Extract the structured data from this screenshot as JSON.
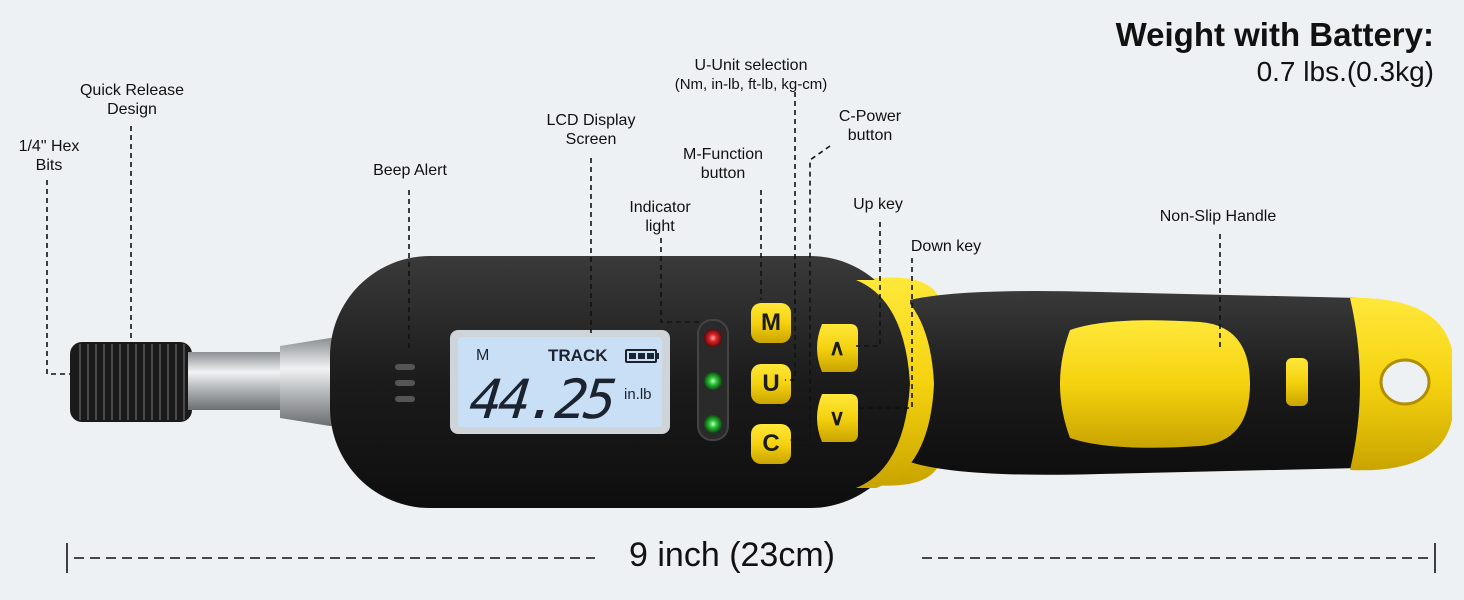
{
  "weight": {
    "title": "Weight with Battery:",
    "value": "0.7 lbs.(0.3kg)"
  },
  "dimension": "9 inch (23cm)",
  "lcd": {
    "mode": "M",
    "status": "TRACK",
    "reading": "44.25",
    "unit": "in.lb"
  },
  "buttons": {
    "m": "M",
    "u": "U",
    "c": "C",
    "up": "∧",
    "down": "∨"
  },
  "callouts": {
    "hex_bits_1": "1/4\" Hex",
    "hex_bits_2": "Bits",
    "quick_release_1": "Quick Release",
    "quick_release_2": "Design",
    "beep_alert": "Beep Alert",
    "lcd_1": "LCD Display",
    "lcd_2": "Screen",
    "indicator_1": "Indicator",
    "indicator_2": "light",
    "m_function_1": "M-Function",
    "m_function_2": "button",
    "u_unit_1": "U-Unit selection",
    "u_unit_2": "(Nm, in-lb, ft-lb, kg-cm)",
    "c_power_1": "C-Power",
    "c_power_2": "button",
    "up_key": "Up key",
    "down_key": "Down key",
    "non_slip": "Non-Slip Handle"
  },
  "colors": {
    "body": "#1e1e1e",
    "accent_yellow": "#f6d619",
    "lcd_bg": "#c9dff5",
    "led_red": "#e0242a",
    "led_green": "#2ec53a",
    "background": "#eef1f3"
  }
}
